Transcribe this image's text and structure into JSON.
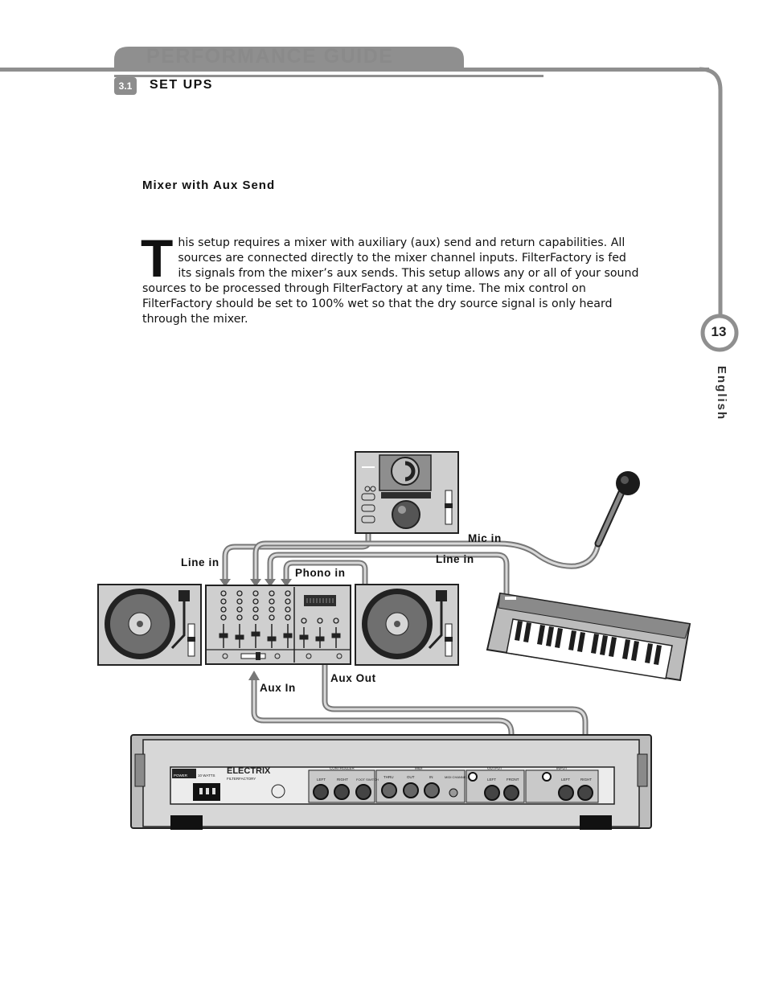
{
  "header": {
    "guide_title": "PERFORMANCE GUIDE",
    "section_number": "3.1",
    "section_title": "SET UPS"
  },
  "article": {
    "subheading": "Mixer with Aux Send",
    "drop_cap": "T",
    "body": "his setup requires a mixer with auxiliary (aux) send and return capabilities. All sources are connected directly to the mixer channel inputs. FilterFactory is fed its signals from the mixer’s aux sends. This setup allows any or all of your sound sources to be processed through FilterFactory at any time. The mix control on FilterFactory should be set to 100% wet so that the dry source signal is only heard through the mixer."
  },
  "sidebar": {
    "page_number": "13",
    "language": "English"
  },
  "diagram": {
    "labels": {
      "line_in_left": "Line in",
      "phono_in": "Phono in",
      "mic_in": "Mic in",
      "line_in_right": "Line in",
      "aux_in": "Aux In",
      "aux_out": "Aux Out"
    },
    "rack_panel": {
      "brand": "ELECTRIX",
      "product": "FILTERFACTORY",
      "power": "POWER",
      "watts": "10 WATTS",
      "controller": "CONTROLLER",
      "left": "LEFT",
      "right": "RIGHT",
      "foot_switch": "FOOT SWITCH",
      "midi": "MIDI",
      "thru": "THRU",
      "out": "OUT",
      "in": "IN",
      "midi_channel": "MIDI CHANNEL",
      "output": "OUTPUT",
      "front": "FRONT",
      "input": "INPUT"
    },
    "colors": {
      "cable": "#777777",
      "cable_inner": "#d8d8d8",
      "device_body": "#cfcfcf",
      "device_dark": "#2e2e2e"
    }
  }
}
